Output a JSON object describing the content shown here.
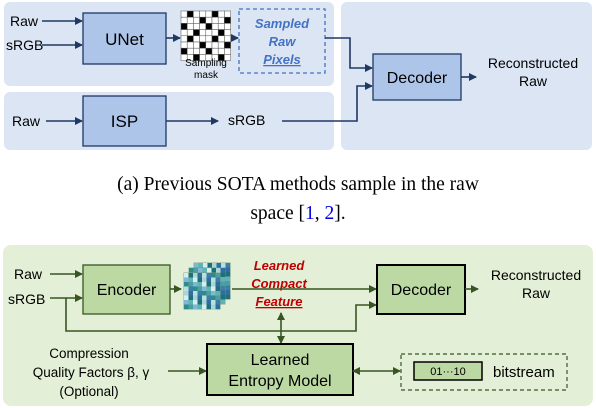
{
  "top_panel": {
    "input_raw_1": "Raw",
    "input_srgb_1": "sRGB",
    "unet_label": "UNet",
    "sampling_mask_line1": "Sampling",
    "sampling_mask_line2": "mask",
    "sampled_line1": "Sampled",
    "sampled_line2": "Raw",
    "sampled_line3": "Pixels",
    "input_raw_2": "Raw",
    "isp_label": "ISP",
    "isp_output": "sRGB",
    "decoder_label": "Decoder",
    "output_line1": "Reconstructed",
    "output_line2": "Raw"
  },
  "caption": {
    "line1": "(a) Previous SOTA methods sample in the raw",
    "line2_prefix": "space [",
    "ref1": "1",
    "ref_sep": ", ",
    "ref2": "2",
    "line2_suffix": "]."
  },
  "bottom_panel": {
    "input_raw": "Raw",
    "input_srgb": "sRGB",
    "encoder_label": "Encoder",
    "feature_line1": "Learned",
    "feature_line2": "Compact",
    "feature_line3": "Feature",
    "decoder_label": "Decoder",
    "output_line1": "Reconstructed",
    "output_line2": "Raw",
    "quality_line1": "Compression",
    "quality_line2": "Quality Factors β, γ",
    "quality_line3": "(Optional)",
    "entropy_line1": "Learned",
    "entropy_line2": "Entropy Model",
    "bits_label": "01···10",
    "bitstream_label": "bitstream"
  },
  "colors": {
    "blue_panel": "#dbe5f4",
    "blue_box": "#adc5e8",
    "blue_dark": "#1f3864",
    "blue_accent": "#4472c4",
    "green_panel": "#e3efd6",
    "green_box": "#bcd9a3",
    "green_dark": "#375623",
    "red_accent": "#c00000",
    "ref_link": "#0000ee"
  }
}
